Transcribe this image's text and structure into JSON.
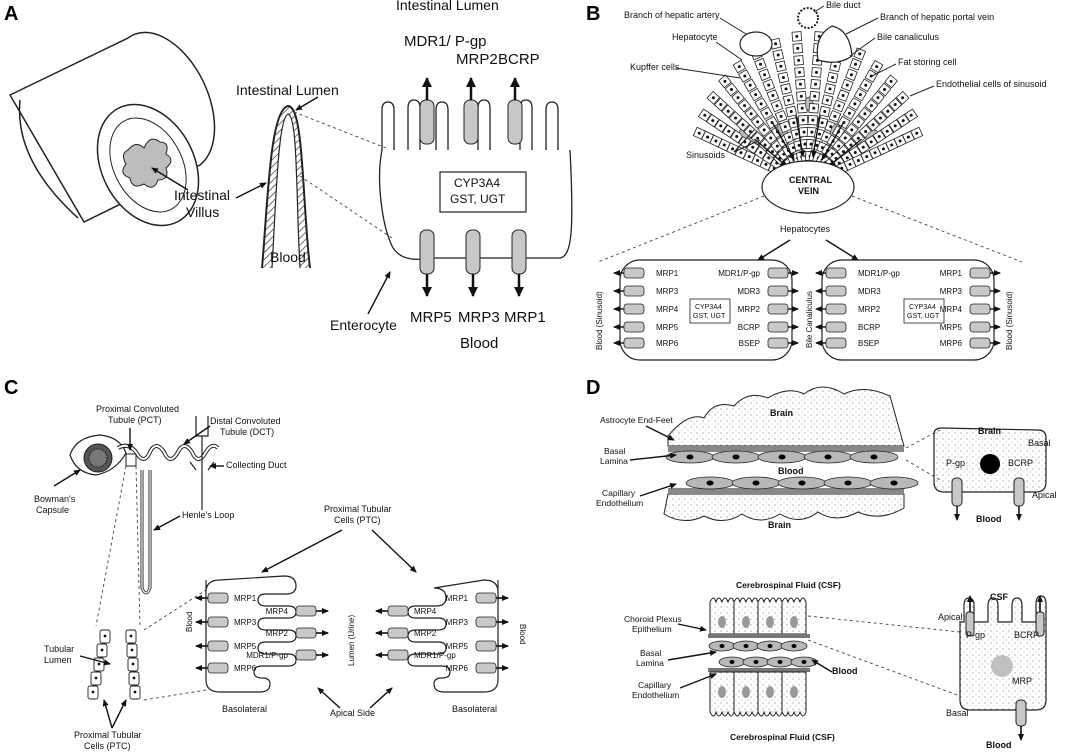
{
  "panels": {
    "A": {
      "letter": "A",
      "lumen_top": "Intestinal Lumen",
      "lumen_villus": "Intestinal Lumen",
      "villus": "Intestinal Villus",
      "blood_left": "Blood",
      "enterocyte": "Enterocyte",
      "blood_bottom": "Blood",
      "enzymes": "CYP3A4 GST, UGT",
      "apical": [
        "MDR1/ P-gp",
        "MRP2",
        "BCRP"
      ],
      "basal": [
        "MRP5",
        "MRP3",
        "MRP1"
      ]
    },
    "B": {
      "letter": "B",
      "hepatic_artery": "Branch of hepatic artery",
      "bile_duct": "Bile duct",
      "portal_vein": "Branch of hepatic portal vein",
      "hepatocyte": "Hepatocyte",
      "bile_canaliculus": "Bile canaliculus",
      "kupffer": "Kupffer cells",
      "fat_cell": "Fat storing cell",
      "endothelial": "Endothelial cells of sinusoid",
      "sinusoids": "Sinusoids",
      "central_vein": "CENTRAL VEIN",
      "hepatocytes": "Hepatocytes",
      "blood_sinusoid": "Blood (Sinusoid)",
      "bile_canaliculus_vertical": "Bile Canaliculus",
      "enzymes": "CYP3A4 GST, UGT",
      "basolateral": [
        "MRP1",
        "MRP3",
        "MRP4",
        "MRP5",
        "MRP6"
      ],
      "canalicular": [
        "MDR1/P-gp",
        "MDR3",
        "MRP2",
        "BCRP",
        "BSEP"
      ]
    },
    "C": {
      "letter": "C",
      "pct": "Proximal Convoluted Tubule (PCT)",
      "dct": "Distal Convoluted Tubule (DCT)",
      "collecting_duct": "Collecting Duct",
      "bowman": "Bowman's Capsule",
      "henle": "Henle's Loop",
      "ptc_top": "Proximal Tubular Cells (PTC)",
      "tubular_lumen": "Tubular Lumen",
      "ptc_bottom": "Proximal Tubular Cells (PTC)",
      "blood": "Blood",
      "lumen_urine": "Lumen (Urine)",
      "basolateral": "Basolateral",
      "apical_side": "Apical Side",
      "baso_left": [
        "MRP1",
        "MRP3",
        "MRP5",
        "MRP6"
      ],
      "apical_right": [
        "MRP4",
        "MRP2",
        "MDR1/P-gp"
      ]
    },
    "D": {
      "letter": "D",
      "astrocyte": "Astrocyte End-Feet",
      "brain": "Brain",
      "basal_lamina": "Basal Lamina",
      "blood": "Blood",
      "capillary_endothelium": "Capillary Endothelium",
      "basal": "Basal",
      "apical": "Apical",
      "pgp": "P-gp",
      "bcrp": "BCRP",
      "csf_full": "Cerebrospinal Fluid (CSF)",
      "choroid": "Choroid Plexus Epithelium",
      "csf": "CSF",
      "mrp": "MRP"
    }
  }
}
